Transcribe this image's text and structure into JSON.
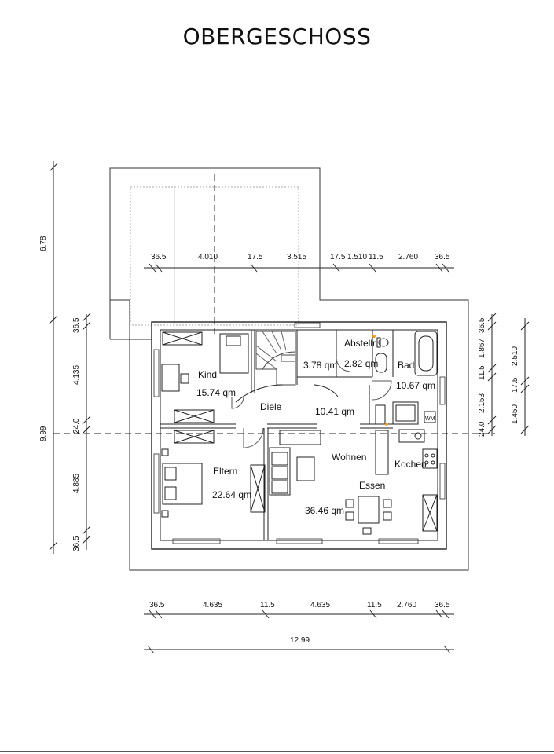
{
  "title": "OBERGESCHOSS",
  "rooms": {
    "kind": {
      "name": "Kind",
      "area": "15.74 qm"
    },
    "stair": {
      "area": "3.78 qm"
    },
    "abstell": {
      "name": "Abstellr.",
      "area": "2.82 qm"
    },
    "bad": {
      "name": "Bad",
      "area": "10.67 qm"
    },
    "diele": {
      "name": "Diele",
      "area": "10.41 qm"
    },
    "eltern": {
      "name": "Eltern",
      "area": "22.64 qm"
    },
    "wohnen": {
      "name": "Wohnen"
    },
    "kochen": {
      "name": "Kochen"
    },
    "essen": {
      "name": "Essen",
      "area": "36.46 qm"
    },
    "wm": {
      "label": "WM"
    }
  },
  "dims": {
    "top": [
      "36.5",
      "4.010",
      "17.5",
      "3.515",
      "17.5",
      "1.510",
      "11.5",
      "2.760",
      "36.5"
    ],
    "bottom": [
      "36.5",
      "4.635",
      "11.5",
      "4.635",
      "11.5",
      "2.760",
      "36.5"
    ],
    "total_width": "12.99",
    "left_outer_upper": "6.78",
    "left_outer_lower": "9.99",
    "left_inner": [
      "36.5",
      "4.135",
      "24.0",
      "4.885",
      "36.5"
    ],
    "right_1": [
      "36.5",
      "1.867",
      "11.5",
      "2.153",
      "24.0"
    ],
    "right_2": [
      "2.510",
      "17.5",
      "1.450"
    ]
  }
}
